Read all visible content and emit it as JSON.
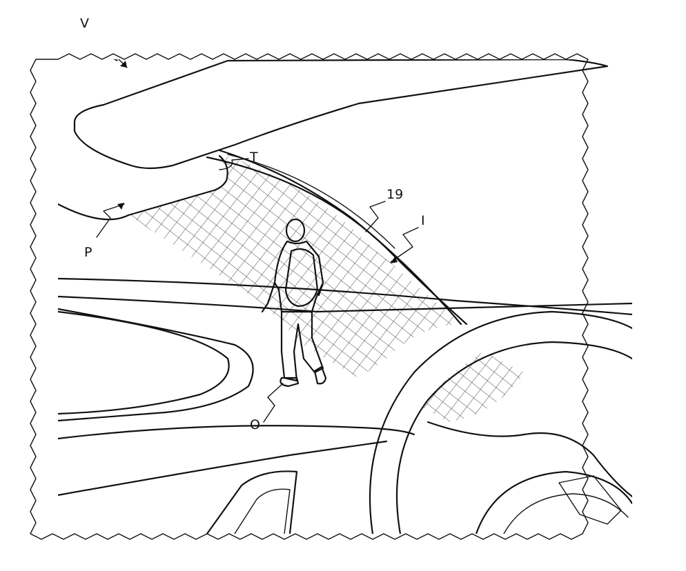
{
  "figure": {
    "labels": {
      "vehicle": "V",
      "panel_top": "T",
      "pillar_zone": "P",
      "display_edge": "19",
      "image": "I",
      "object": "O"
    }
  }
}
